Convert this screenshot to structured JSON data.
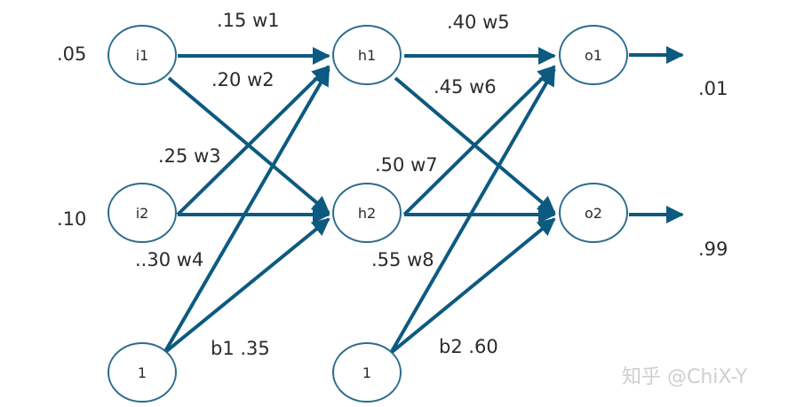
{
  "colors": {
    "node_stroke": "#2d6c8e",
    "edge": "#0d5a80",
    "text": "#2b2b2b",
    "watermark": "#cfcfcf"
  },
  "nodes": {
    "i1": "i1",
    "i2": "i2",
    "b1": "1",
    "h1": "h1",
    "h2": "h2",
    "b2": "1",
    "o1": "o1",
    "o2": "o2"
  },
  "inputs": {
    "i1_value": ".05",
    "i2_value": ".10"
  },
  "targets": {
    "o1_target": ".01",
    "o2_target": ".99"
  },
  "weights": {
    "w1": ".15 w1",
    "w2": ".20 w2",
    "w3": ".25 w3",
    "w4": "..30 w4",
    "w5": ".40 w5",
    "w6": ".45 w6",
    "w7": ".50 w7",
    "w8": ".55 w8"
  },
  "biases": {
    "b1": "b1 .35",
    "b2": "b2 .60"
  },
  "watermark": "知乎 @ChiX-Y"
}
